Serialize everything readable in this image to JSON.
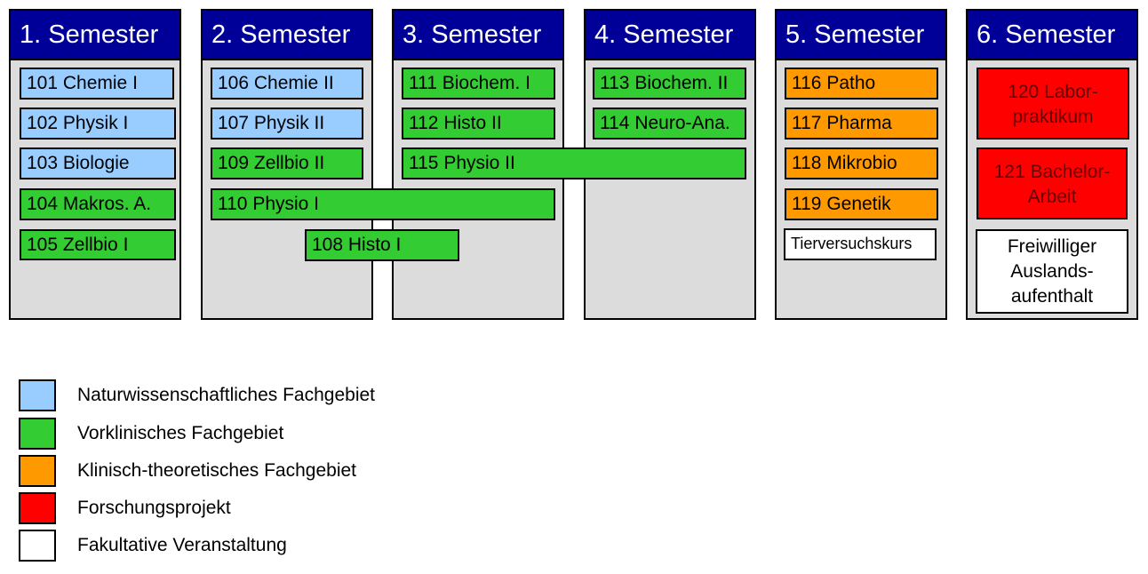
{
  "semesters": [
    {
      "title": "1. Semester"
    },
    {
      "title": "2. Semester"
    },
    {
      "title": "3. Semester"
    },
    {
      "title": "4. Semester"
    },
    {
      "title": "5. Semester"
    },
    {
      "title": "6. Semester"
    }
  ],
  "courses": {
    "c101": {
      "label": "101 Chemie I",
      "category": "naturwissenschaftlich"
    },
    "c102": {
      "label": "102 Physik I",
      "category": "naturwissenschaftlich"
    },
    "c103": {
      "label": "103 Biologie",
      "category": "naturwissenschaftlich"
    },
    "c104": {
      "label": "104 Makros. A.",
      "category": "vorklinisch"
    },
    "c105": {
      "label": "105 Zellbio I",
      "category": "vorklinisch"
    },
    "c106": {
      "label": "106 Chemie II",
      "category": "naturwissenschaftlich"
    },
    "c107": {
      "label": "107 Physik II",
      "category": "naturwissenschaftlich"
    },
    "c109": {
      "label": "109 Zellbio II",
      "category": "vorklinisch"
    },
    "c110": {
      "label": "110 Physio I",
      "category": "vorklinisch"
    },
    "c108": {
      "label": "108 Histo I",
      "category": "vorklinisch"
    },
    "c111": {
      "label": "111 Biochem. I",
      "category": "vorklinisch"
    },
    "c112": {
      "label": "112 Histo II",
      "category": "vorklinisch"
    },
    "c115": {
      "label": "115 Physio II",
      "category": "vorklinisch"
    },
    "c113": {
      "label": "113 Biochem. II",
      "category": "vorklinisch"
    },
    "c114": {
      "label": "114 Neuro-Ana.",
      "category": "vorklinisch"
    },
    "c116": {
      "label": "116 Patho",
      "category": "klinisch-theoretisch"
    },
    "c117": {
      "label": "117 Pharma",
      "category": "klinisch-theoretisch"
    },
    "c118": {
      "label": "118 Mikrobio",
      "category": "klinisch-theoretisch"
    },
    "c119": {
      "label": "119 Genetik",
      "category": "klinisch-theoretisch"
    },
    "tierversuch": {
      "label": "Tierversuchskurs",
      "category": "fakultativ"
    },
    "c120": {
      "label": "120 Labor-praktikum",
      "category": "forschungsprojekt"
    },
    "c121": {
      "label": "121 Bachelor-Arbeit",
      "category": "forschungsprojekt"
    },
    "ausland": {
      "label": "Freiwilliger Auslands-aufenthalt",
      "category": "fakultativ"
    }
  },
  "legend": [
    {
      "label": "Naturwissenschaftliches Fachgebiet",
      "color": "#99ccff"
    },
    {
      "label": "Vorklinisches Fachgebiet",
      "color": "#33cc33"
    },
    {
      "label": "Klinisch-theoretisches Fachgebiet",
      "color": "#ff9900"
    },
    {
      "label": "Forschungsprojekt",
      "color": "#ff0000"
    },
    {
      "label": "Fakultative Veranstaltung",
      "color": "#ffffff"
    }
  ],
  "colors": {
    "header_bg": "#000099",
    "column_bg": "#dcdcdc"
  }
}
